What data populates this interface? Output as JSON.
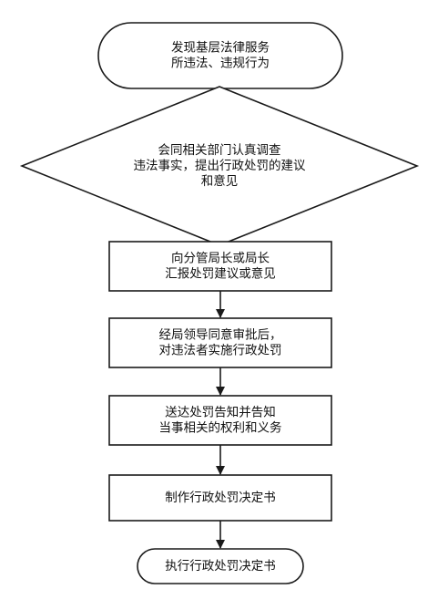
{
  "flowchart": {
    "nodes": [
      {
        "id": "n1",
        "shape": "terminal",
        "lines": [
          "发现基层法律服务",
          "所违法、违规行为"
        ]
      },
      {
        "id": "n2",
        "shape": "decision",
        "lines": [
          "会同相关部门认真调查",
          "违法事实，提出行政处罚的建议",
          "和意见"
        ]
      },
      {
        "id": "n3",
        "shape": "process",
        "lines": [
          "向分管局长或局长",
          "汇报处罚建议或意见"
        ]
      },
      {
        "id": "n4",
        "shape": "process",
        "lines": [
          "经局领导同意审批后，",
          "对违法者实施行政处罚"
        ]
      },
      {
        "id": "n5",
        "shape": "process",
        "lines": [
          "送达处罚告知并告知",
          "当事相关的权利和义务"
        ]
      },
      {
        "id": "n6",
        "shape": "process",
        "lines": [
          "制作行政处罚决定书"
        ]
      },
      {
        "id": "n7",
        "shape": "terminal",
        "lines": [
          "执行行政处罚决定书"
        ]
      }
    ],
    "edges": [
      {
        "from": "n1",
        "to": "n2"
      },
      {
        "from": "n2",
        "to": "n3"
      },
      {
        "from": "n3",
        "to": "n4"
      },
      {
        "from": "n4",
        "to": "n5"
      },
      {
        "from": "n5",
        "to": "n6"
      },
      {
        "from": "n6",
        "to": "n7"
      }
    ]
  }
}
